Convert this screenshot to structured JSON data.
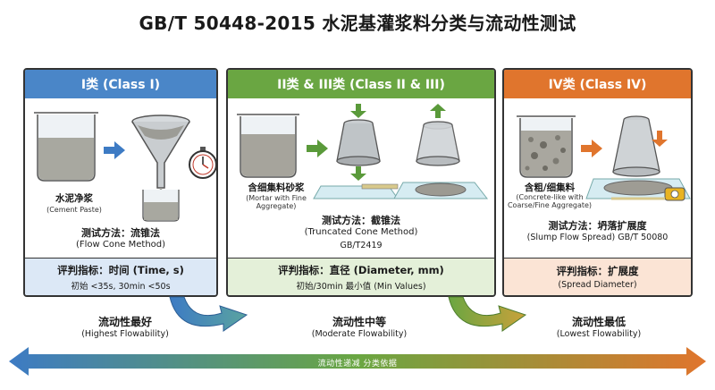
{
  "title": "GB/T 50448-2015 水泥基灌浆料分类与流动性测试",
  "colors": {
    "class1": "#4a86c8",
    "class2": "#6aa642",
    "class3": "#e0752d"
  },
  "panels": [
    {
      "header": "I类 (Class I)",
      "material": "水泥净浆",
      "material_en": "(Cement Paste)",
      "method": "测试方法：流锥法",
      "method_en": "(Flow Cone Method)",
      "method_std": "",
      "indicator": "评判指标：时间 (Time, s)",
      "indicator_sub": "初始 <35s, 30min <50s"
    },
    {
      "header": "II类 & III类 (Class II & III)",
      "material": "含细集料砂浆",
      "material_en": "(Mortar with Fine Aggregate)",
      "method": "测试方法：截锥法",
      "method_en": "(Truncated Cone Method)",
      "method_std": "GB/T2419",
      "indicator": "评判指标：直径 (Diameter, mm)",
      "indicator_sub": "初始/30min 最小值 (Min Values)"
    },
    {
      "header": "IV类 (Class IV)",
      "material": "含粗/细集料",
      "material_en": "(Concrete-like with Coarse/Fine Aggregate)",
      "method": "测试方法：坍落扩展度",
      "method_en": "(Slump Flow Spread) GB/T 50080",
      "method_std": "",
      "indicator": "评判指标：扩展度",
      "indicator_sub": "(Spread Diameter)"
    }
  ],
  "flowability": [
    {
      "label": "流动性最好",
      "sub": "(Highest Flowability)"
    },
    {
      "label": "流动性中等",
      "sub": "(Moderate Flowability)"
    },
    {
      "label": "流动性最低",
      "sub": "(Lowest Flowability)"
    }
  ],
  "bottom_arrow_text": "流动性递减   分类依据",
  "icons": [
    "beaker-icon",
    "funnel-icon",
    "stopwatch-icon",
    "truncated-cone-icon",
    "ruler-icon",
    "arrow-down-icon",
    "arrow-up-icon",
    "tape-measure-icon"
  ]
}
